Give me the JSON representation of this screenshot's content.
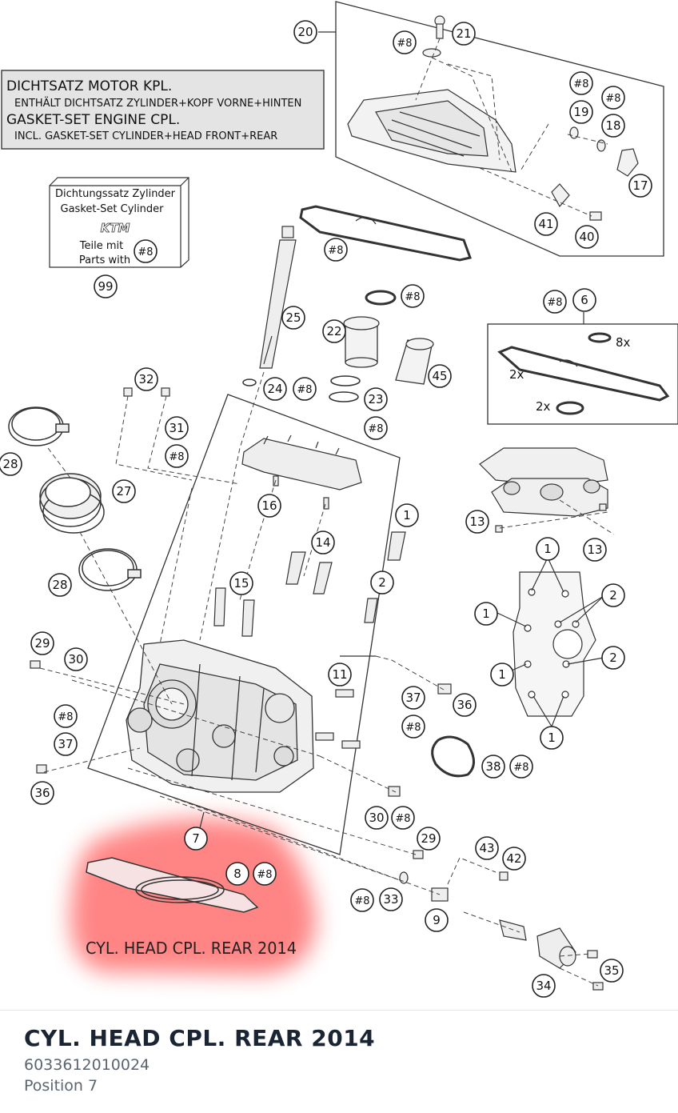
{
  "gasket_box": {
    "line1": "DICHTSATZ MOTOR KPL.",
    "line2": "ENTHÄLT DICHTSATZ ZYLINDER+KOPF VORNE+HINTEN",
    "line3": "GASKET-SET ENGINE CPL.",
    "line4": "INCL. GASKET-SET CYLINDER+HEAD FRONT+REAR"
  },
  "cyl_box": {
    "line1": "Dichtungssatz Zylinder",
    "line2": "Gasket-Set Cylinder",
    "brand": "KTM",
    "parts_de": "Teile mit",
    "parts_en": "Parts with",
    "badge": "#8",
    "ref": "99"
  },
  "highlight": {
    "label": "CYL. HEAD CPL. REAR 2014",
    "color": "#ff6f6f"
  },
  "callouts": {
    "c1": "1",
    "c2": "2",
    "c6": "6",
    "c7": "7",
    "c8": "8",
    "c9": "9",
    "c11": "11",
    "c13": "13",
    "c14": "14",
    "c15": "15",
    "c16": "16",
    "c17": "17",
    "c18": "18",
    "c19": "19",
    "c20": "20",
    "c21": "21",
    "c22": "22",
    "c23": "23",
    "c24": "24",
    "c25": "25",
    "c27": "27",
    "c28": "28",
    "c29": "29",
    "c30": "30",
    "c31": "31",
    "c32": "32",
    "c33": "33",
    "c34": "34",
    "c35": "35",
    "c36": "36",
    "c37": "37",
    "c38": "38",
    "c40": "40",
    "c41": "41",
    "c42": "42",
    "c43": "43",
    "c45": "45",
    "c99": "99",
    "k8": "#8"
  },
  "qty": {
    "q8x": "8x",
    "q2x": "2x"
  },
  "footer": {
    "title": "CYL. HEAD CPL. REAR 2014",
    "part_number": "6033612010024",
    "position": "Position 7"
  }
}
